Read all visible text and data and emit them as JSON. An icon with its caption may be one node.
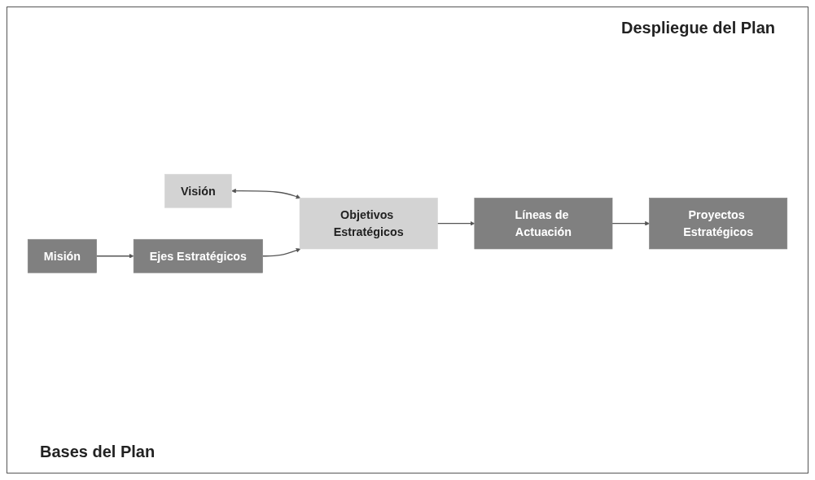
{
  "diagram": {
    "nodes": [
      {
        "text": [
          "Misión"
        ]
      },
      {
        "text": [
          "Visión"
        ]
      },
      {
        "text": [
          "Ejes Estratégicos"
        ]
      },
      {
        "text": [
          "Objetivos Estratégicos"
        ]
      },
      {
        "text": [
          "Líneas de Actuación"
        ]
      },
      {
        "text": [
          "Proyectos Estratégicos"
        ]
      }
    ],
    "edges": [
      {
        "from": 0,
        "to": 2,
        "arrow": "to"
      },
      {
        "from": 1,
        "to": 3,
        "arrow": "both"
      },
      {
        "from": 2,
        "to": 3,
        "arrow": "to"
      },
      {
        "from": 3,
        "to": 4,
        "arrow": "to"
      },
      {
        "from": 4,
        "to": 5,
        "arrow": "to"
      }
    ],
    "labels": [
      "Despliegue del Plan",
      "Bases del Plan"
    ]
  }
}
